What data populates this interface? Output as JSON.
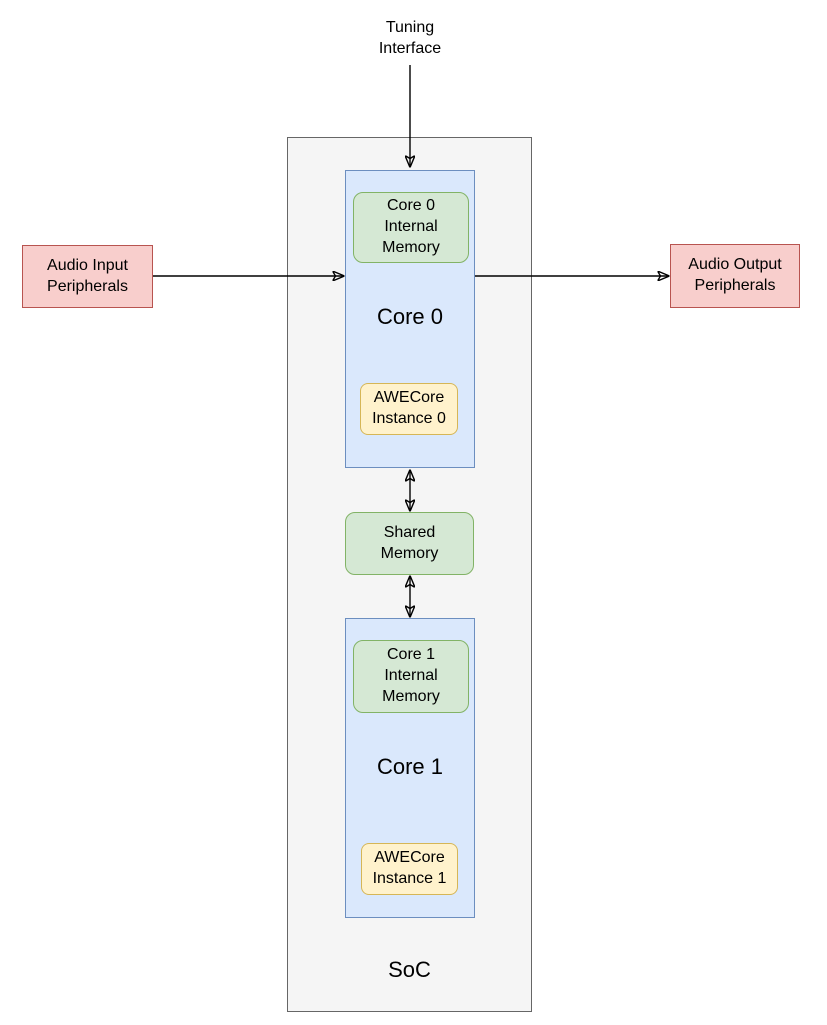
{
  "colors": {
    "gray_fill": "#f5f5f5",
    "gray_stroke": "#666666",
    "blue_fill": "#dae8fc",
    "blue_stroke": "#6c8ebf",
    "green_fill": "#d5e8d4",
    "green_stroke": "#82b366",
    "yellow_fill": "#fff2cc",
    "yellow_stroke": "#d6b656",
    "red_fill": "#f8cecc",
    "red_stroke": "#b85450",
    "arrow": "#000000"
  },
  "diagram": {
    "tuning_interface": "Tuning\nInterface",
    "audio_input": "Audio Input\nPeripherals",
    "audio_output": "Audio Output\nPeripherals",
    "soc_label": "SoC",
    "shared_memory": "Shared\nMemory",
    "core0": {
      "title": "Core 0",
      "internal_memory": "Core 0\nInternal\nMemory",
      "awecore_instance": "AWECore\nInstance 0"
    },
    "core1": {
      "title": "Core 1",
      "internal_memory": "Core 1\nInternal\nMemory",
      "awecore_instance": "AWECore\nInstance 1"
    }
  }
}
